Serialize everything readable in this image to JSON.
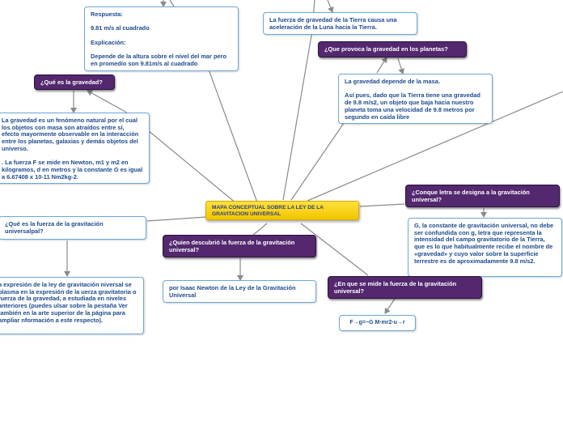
{
  "central": {
    "title": "MAPA CONCEPTUAL SOBRE LA LEY DE LA GRAVITACION UNIVERSAL"
  },
  "nodes": {
    "respuesta": {
      "text": "Respuesta:\n\n9.81 m/s al cuadrado\n\nExplicación:\n\nDepende de la altura sobre el nivel del mar pero en promedio son 9.81m/s al cuadrado"
    },
    "fuerza_tierra_luna": {
      "text": "La fuerza de gravedad de la Tierra causa una aceleración de la Luna hacia la Tierra."
    },
    "q_provoca": {
      "text": "¿Que provoca la gravedad en los planetas?"
    },
    "gravedad_depende": {
      "text": "La gravedad depende de la masa.\n\nAsí pues, dado que la Tierra tiene una gravedad de 9.8 m/s2, un objeto que baja hacia nuestro planeta toma una velocidad de 9.8 metros por segundo en caída libre"
    },
    "q_que_es_gravedad": {
      "text": "¿Qué es la gravedad?"
    },
    "gravedad_fenomeno": {
      "text": "La gravedad es un fenómeno natural por el cual los objetos con masa son atraídos entre sí, efecto mayormente observable en la interacción entre los planetas, galaxias y demás objetos del universo.\n\n. La fuerza F se mide en Newton, m1 y m2 en kilogramos, d en metros y la constante G es igual a 6.67408 x 10-11 Nm2kg-2."
    },
    "q_letra": {
      "text": "¿Conque letra se designa a la gravitación universal?"
    },
    "g_constante": {
      "text": "G, la constante de gravitación universal, no debe ser confundida con g, letra que representa la intensidad del campo gravitatorio de la Tierra, que es lo que habitualmente recibe el nombre de «gravedad» y cuyo valor sobre la superficie terrestre es de aproximadamente 9.8 m/s2."
    },
    "q_fuerza_gravitacion": {
      "text": "¿Qué es la fuerza de la gravitación universalpal?"
    },
    "expresion_ley": {
      "text": "a expresión de la ley de gravitación niversal se plasma en la expresión de la uerza gravitatoria o fuerza de la gravedad, a estudiada en niveles anteriores (puedes ulsar sobre la pestaña Ver también en la arte superior de la página para ampliar nformación a este respecto)."
    },
    "q_quien": {
      "text": "¿Quien descubrió la fuerza de la gravitación universal?"
    },
    "newton": {
      "text": "por Isaac Newton de la Ley de la Gravitación Universal"
    },
    "q_mide": {
      "text": "¿En que se mide la fuerza de la gravitación universal?"
    },
    "formula": {
      "text": "F→g=−G M⋅mr2⋅u→r"
    }
  },
  "colors": {
    "question_fill": "#53286e",
    "answer_border": "#6da7d6",
    "answer_text": "#1d4a8e",
    "central_fill": "#f6d21a",
    "connector": "#8a8a8a"
  }
}
